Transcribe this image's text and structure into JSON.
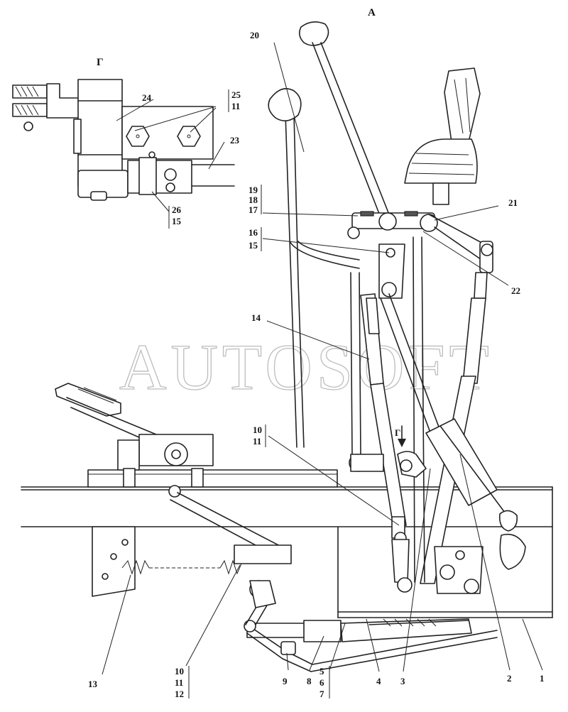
{
  "view_labels": {
    "main_view": "А",
    "detail_view": "Г",
    "arrow_view": "Г"
  },
  "watermark": "AUTOSOFT",
  "callouts": {
    "c1": "1",
    "c2": "2",
    "c3": "3",
    "c4": "4",
    "c8": "8",
    "c9": "9",
    "c13": "13",
    "c14": "14",
    "c20": "20",
    "c21": "21",
    "c22": "22",
    "c23": "23",
    "c24": "24",
    "g16_15": [
      "16",
      "15"
    ],
    "g19_18_17": [
      "19",
      "18",
      "17"
    ],
    "g10_11_mid": [
      "10",
      "11"
    ],
    "g10_11_12": [
      "10",
      "11",
      "12"
    ],
    "g5_6_7": [
      "5",
      "6",
      "7"
    ],
    "g25_11": [
      "25",
      "11"
    ],
    "g26_15": [
      "26",
      "15"
    ]
  }
}
